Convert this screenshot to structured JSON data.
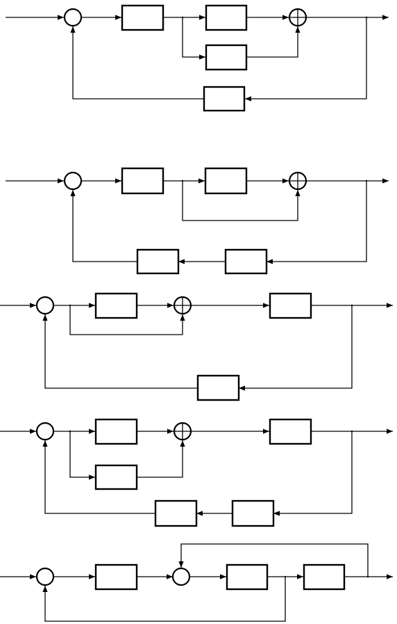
{
  "diagrams": [
    {
      "id": "a",
      "stroke_color": "#000000"
    },
    {
      "id": "b",
      "stroke_color": "#000000"
    },
    {
      "id": "c",
      "stroke_color": "#000000"
    },
    {
      "id": "d",
      "stroke_color": "#000000"
    },
    {
      "id": "e",
      "stroke_color": "#000000"
    }
  ]
}
